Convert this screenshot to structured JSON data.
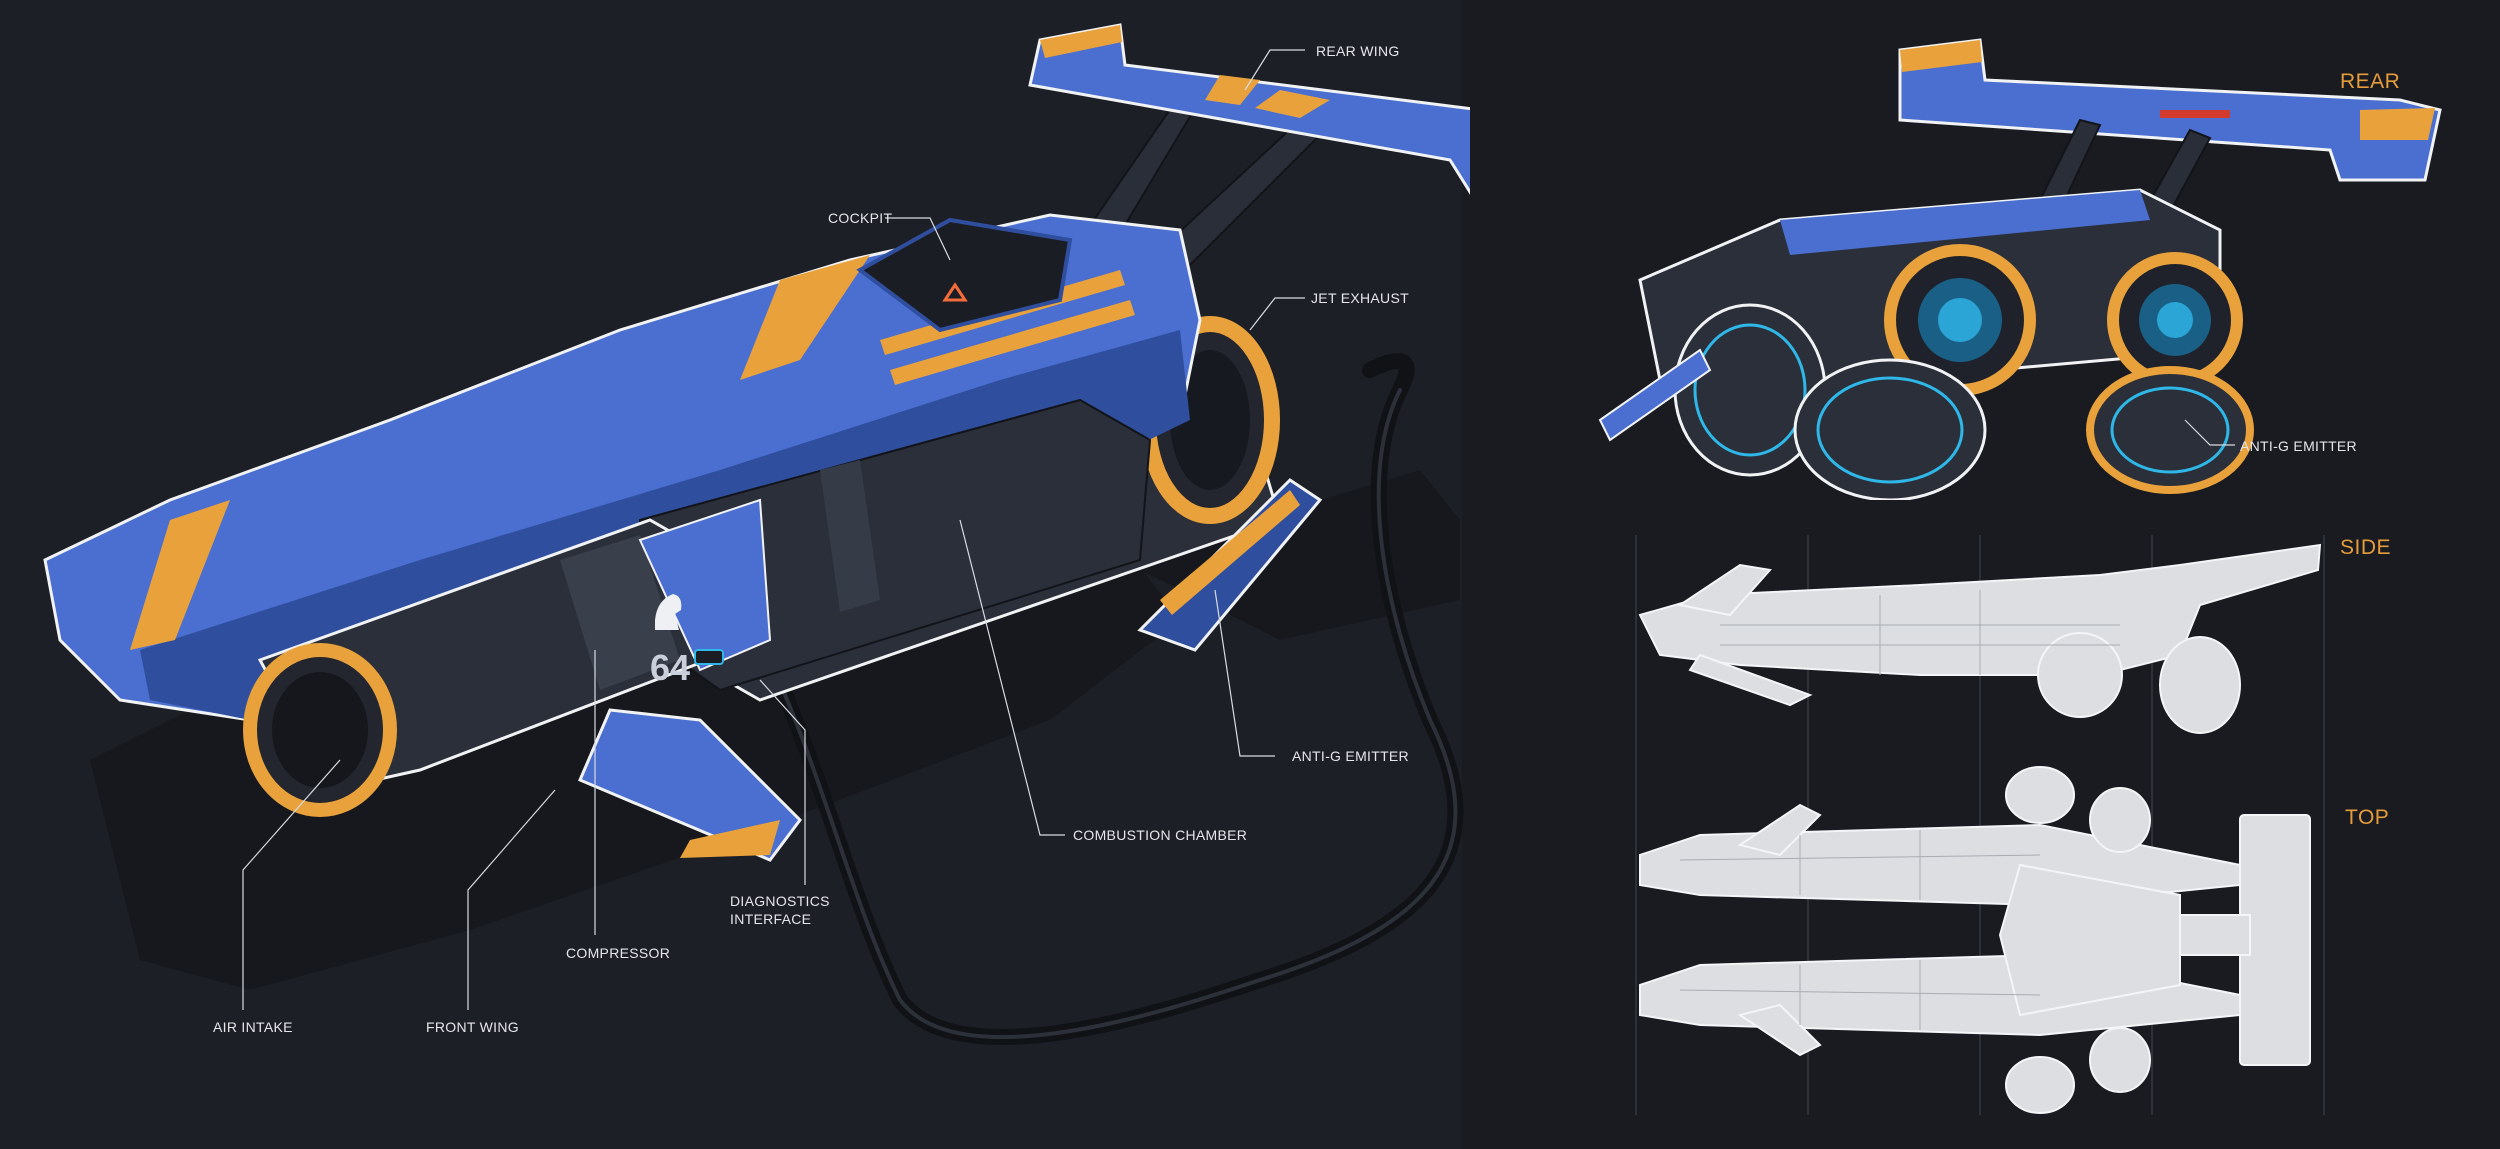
{
  "car_number": "64",
  "colors": {
    "background": "#1d1f26",
    "right_panel": "#191b21",
    "body_blue": "#4a6fd0",
    "body_blue_dark": "#2f4e9e",
    "accent_orange": "#e9a23b",
    "dark_metal": "#2b2f3a",
    "glow_cyan": "#2fb7e8",
    "callout_text": "#e4e6ea",
    "view_label": "#e59c3a",
    "blueprint_fill": "#dcdee2"
  },
  "callouts": {
    "rear_wing": "REAR WING",
    "cockpit": "COCKPIT",
    "jet_exhaust": "JET EXHAUST",
    "anti_g_emitter": "ANTI-G EMITTER",
    "combustion_chamber": "COMBUSTION CHAMBER",
    "diagnostics_line1": "DIAGNOSTICS",
    "diagnostics_line2": "INTERFACE",
    "compressor": "COMPRESSOR",
    "air_intake": "AIR INTAKE",
    "front_wing": "FRONT WING",
    "rear_view_anti_g": "ANTI-G EMITTER"
  },
  "views": {
    "rear": "REAR",
    "side": "SIDE",
    "top": "TOP"
  },
  "icons": {
    "emblem": "knight-chess-piece-icon"
  }
}
